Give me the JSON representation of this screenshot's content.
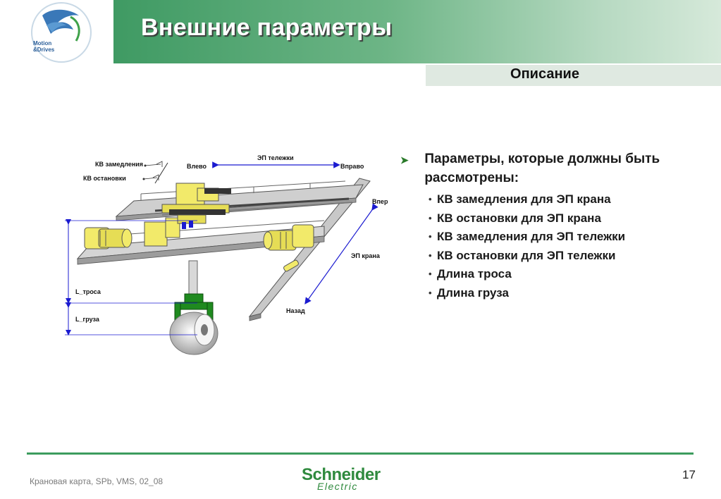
{
  "logo": {
    "line1": "Motion",
    "line2": "&Drives"
  },
  "title": "Внешние параметры",
  "subtitle": "Описание",
  "diagram": {
    "kv_slow": "КВ замедления",
    "kv_stop": "КВ остановки",
    "left": "Влево",
    "trolley_drive": "ЭП тележки",
    "right": "Вправо",
    "forward": "Вперед",
    "crane_drive": "ЭП крана",
    "back": "Назад",
    "rope_length": "L_троса",
    "load_length": "L_груза"
  },
  "content": {
    "main_bullet": "Параметры, которые должны быть рассмотрены:",
    "items": [
      "КВ замедления для ЭП крана",
      "КВ остановки для ЭП крана",
      "КВ замедления для ЭП тележки",
      "КВ остановки для ЭП тележки",
      "Длина троса",
      "Длина груза"
    ]
  },
  "footer": {
    "text": "Крановая карта, SPb, VMS, 02_08",
    "page": "17",
    "brand_top": "Schneider",
    "brand_bottom": "Electric"
  },
  "colors": {
    "accent_green": "#3c9c5e",
    "machine_yellow": "#f2ea6a",
    "hook_green": "#1f8a1f",
    "arrow_blue": "#1b1bd0"
  }
}
